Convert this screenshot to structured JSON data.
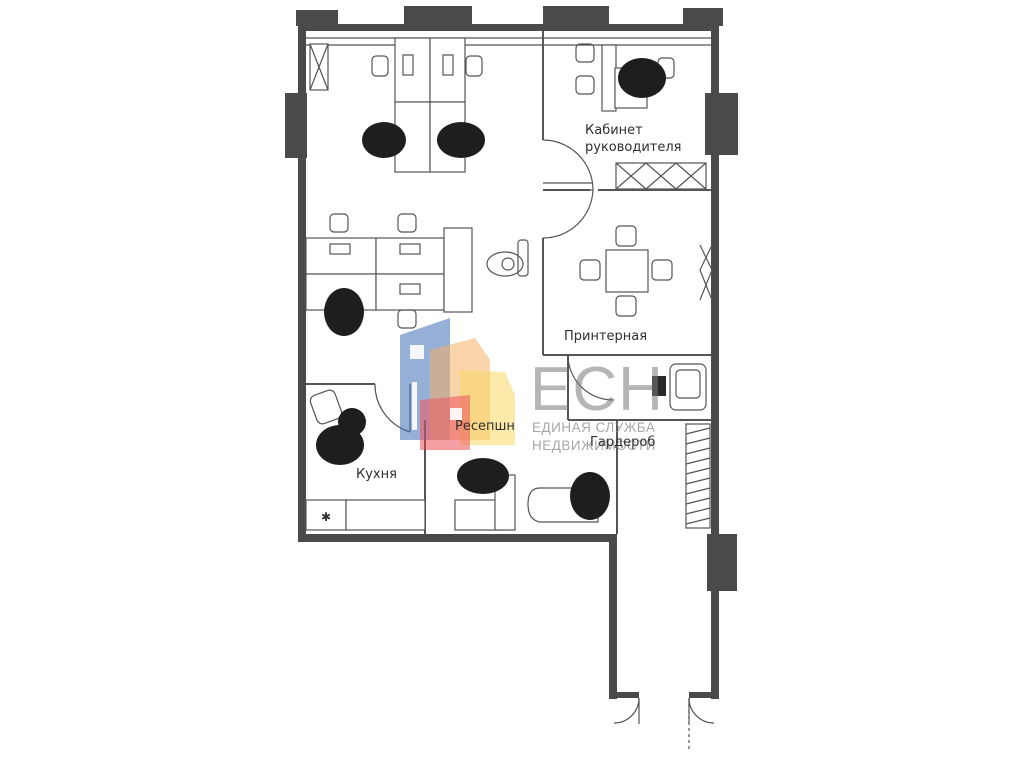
{
  "labels": {
    "director_office_line1": "Кабинет",
    "director_office_line2": "руководителя",
    "printer_room": "Принтерная",
    "reception": "Ресепшн",
    "wardrobe": "Гардероб",
    "kitchen": "Кухня"
  },
  "watermark": {
    "logo_text": "ЕСН",
    "line1": "ЕДИНАЯ СЛУЖБА",
    "line2": "НЕДВИЖИМОСТИ"
  },
  "colors": {
    "wall": "#4a4a4a",
    "line": "#555555",
    "logo_blue": "#3f6fb5",
    "logo_orange": "#f4a24a",
    "logo_red": "#e9434a",
    "logo_yellow": "#f7d24a"
  }
}
